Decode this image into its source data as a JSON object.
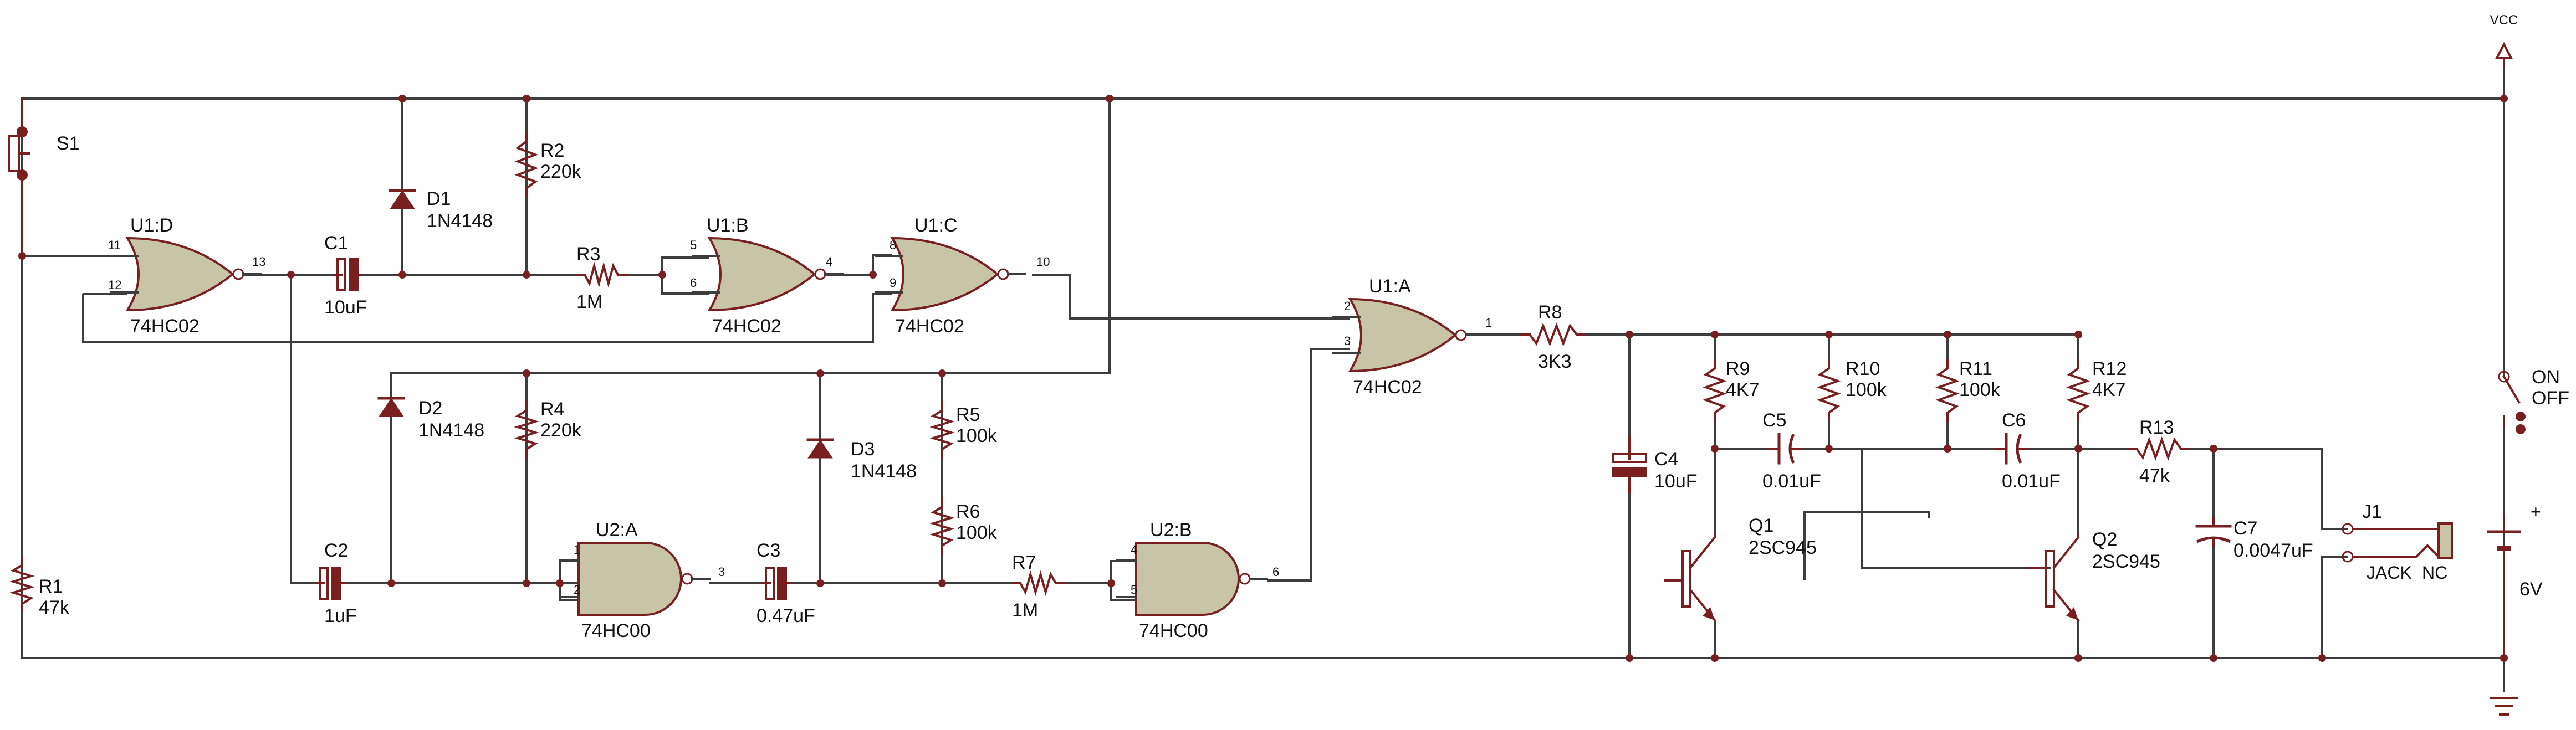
{
  "colors": {
    "background": "#ffffff",
    "wire": "#3d3d3d",
    "component": "#7a1f1f",
    "gate_fill": "#c8c4a8",
    "junction": "#7a1f1f",
    "text": "#111111"
  },
  "power": {
    "vcc": "VCC"
  },
  "switches": [
    {
      "ref": "S1",
      "value": ""
    },
    {
      "ref": "ON",
      "value": "OFF"
    }
  ],
  "gates": [
    {
      "ref": "U1:D",
      "part": "74HC02",
      "kind": "nor",
      "pins": [
        "11",
        "12",
        "13"
      ]
    },
    {
      "ref": "U1:B",
      "part": "74HC02",
      "kind": "nor",
      "pins": [
        "5",
        "6",
        "4"
      ]
    },
    {
      "ref": "U1:C",
      "part": "74HC02",
      "kind": "nor",
      "pins": [
        "8",
        "9",
        "10"
      ]
    },
    {
      "ref": "U1:A",
      "part": "74HC02",
      "kind": "nor",
      "pins": [
        "2",
        "3",
        "1"
      ]
    },
    {
      "ref": "U2:A",
      "part": "74HC00",
      "kind": "nand",
      "pins": [
        "1",
        "2",
        "3"
      ]
    },
    {
      "ref": "U2:B",
      "part": "74HC00",
      "kind": "nand",
      "pins": [
        "4",
        "5",
        "6"
      ]
    }
  ],
  "resistors": [
    {
      "ref": "R1",
      "value": "47k"
    },
    {
      "ref": "R2",
      "value": "220k"
    },
    {
      "ref": "R3",
      "value": "1M"
    },
    {
      "ref": "R4",
      "value": "220k"
    },
    {
      "ref": "R5",
      "value": "100k"
    },
    {
      "ref": "R6",
      "value": "100k"
    },
    {
      "ref": "R7",
      "value": "1M"
    },
    {
      "ref": "R8",
      "value": "3K3"
    },
    {
      "ref": "R9",
      "value": "4K7"
    },
    {
      "ref": "R10",
      "value": "100k"
    },
    {
      "ref": "R11",
      "value": "100k"
    },
    {
      "ref": "R12",
      "value": "4K7"
    },
    {
      "ref": "R13",
      "value": "47k"
    }
  ],
  "capacitors": [
    {
      "ref": "C1",
      "value": "10uF",
      "polarized": true
    },
    {
      "ref": "C2",
      "value": "1uF",
      "polarized": true
    },
    {
      "ref": "C3",
      "value": "0.47uF",
      "polarized": true
    },
    {
      "ref": "C4",
      "value": "10uF",
      "polarized": true
    },
    {
      "ref": "C5",
      "value": "0.01uF",
      "polarized": false
    },
    {
      "ref": "C6",
      "value": "0.01uF",
      "polarized": false
    },
    {
      "ref": "C7",
      "value": "0.0047uF",
      "polarized": false
    }
  ],
  "diodes": [
    {
      "ref": "D1",
      "value": "1N4148"
    },
    {
      "ref": "D2",
      "value": "1N4148"
    },
    {
      "ref": "D3",
      "value": "1N4148"
    }
  ],
  "transistors": [
    {
      "ref": "Q1",
      "value": "2SC945"
    },
    {
      "ref": "Q2",
      "value": "2SC945"
    }
  ],
  "jack": {
    "ref": "J1",
    "value": "JACK",
    "tag": "NC"
  },
  "battery": {
    "plus": "+",
    "value": "6V"
  }
}
